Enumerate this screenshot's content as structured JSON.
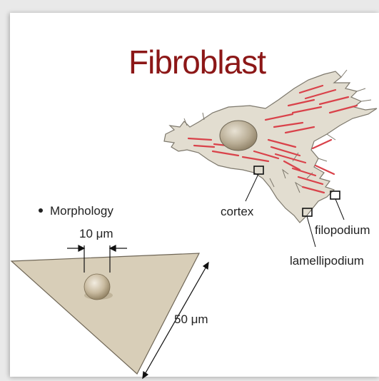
{
  "title": "Fibroblast",
  "bullet": "Morphology",
  "labels": {
    "cortex": "cortex",
    "filopodium": "filopodium",
    "lamellipodium": "lamellipodium",
    "width_scale": "10 μm",
    "length_scale": "50 μm"
  },
  "colors": {
    "title": "#8c1717",
    "cell_fill": "#e2ddd0",
    "stress_fibers": "#d9424a",
    "substrate": "#d8ceb8"
  }
}
